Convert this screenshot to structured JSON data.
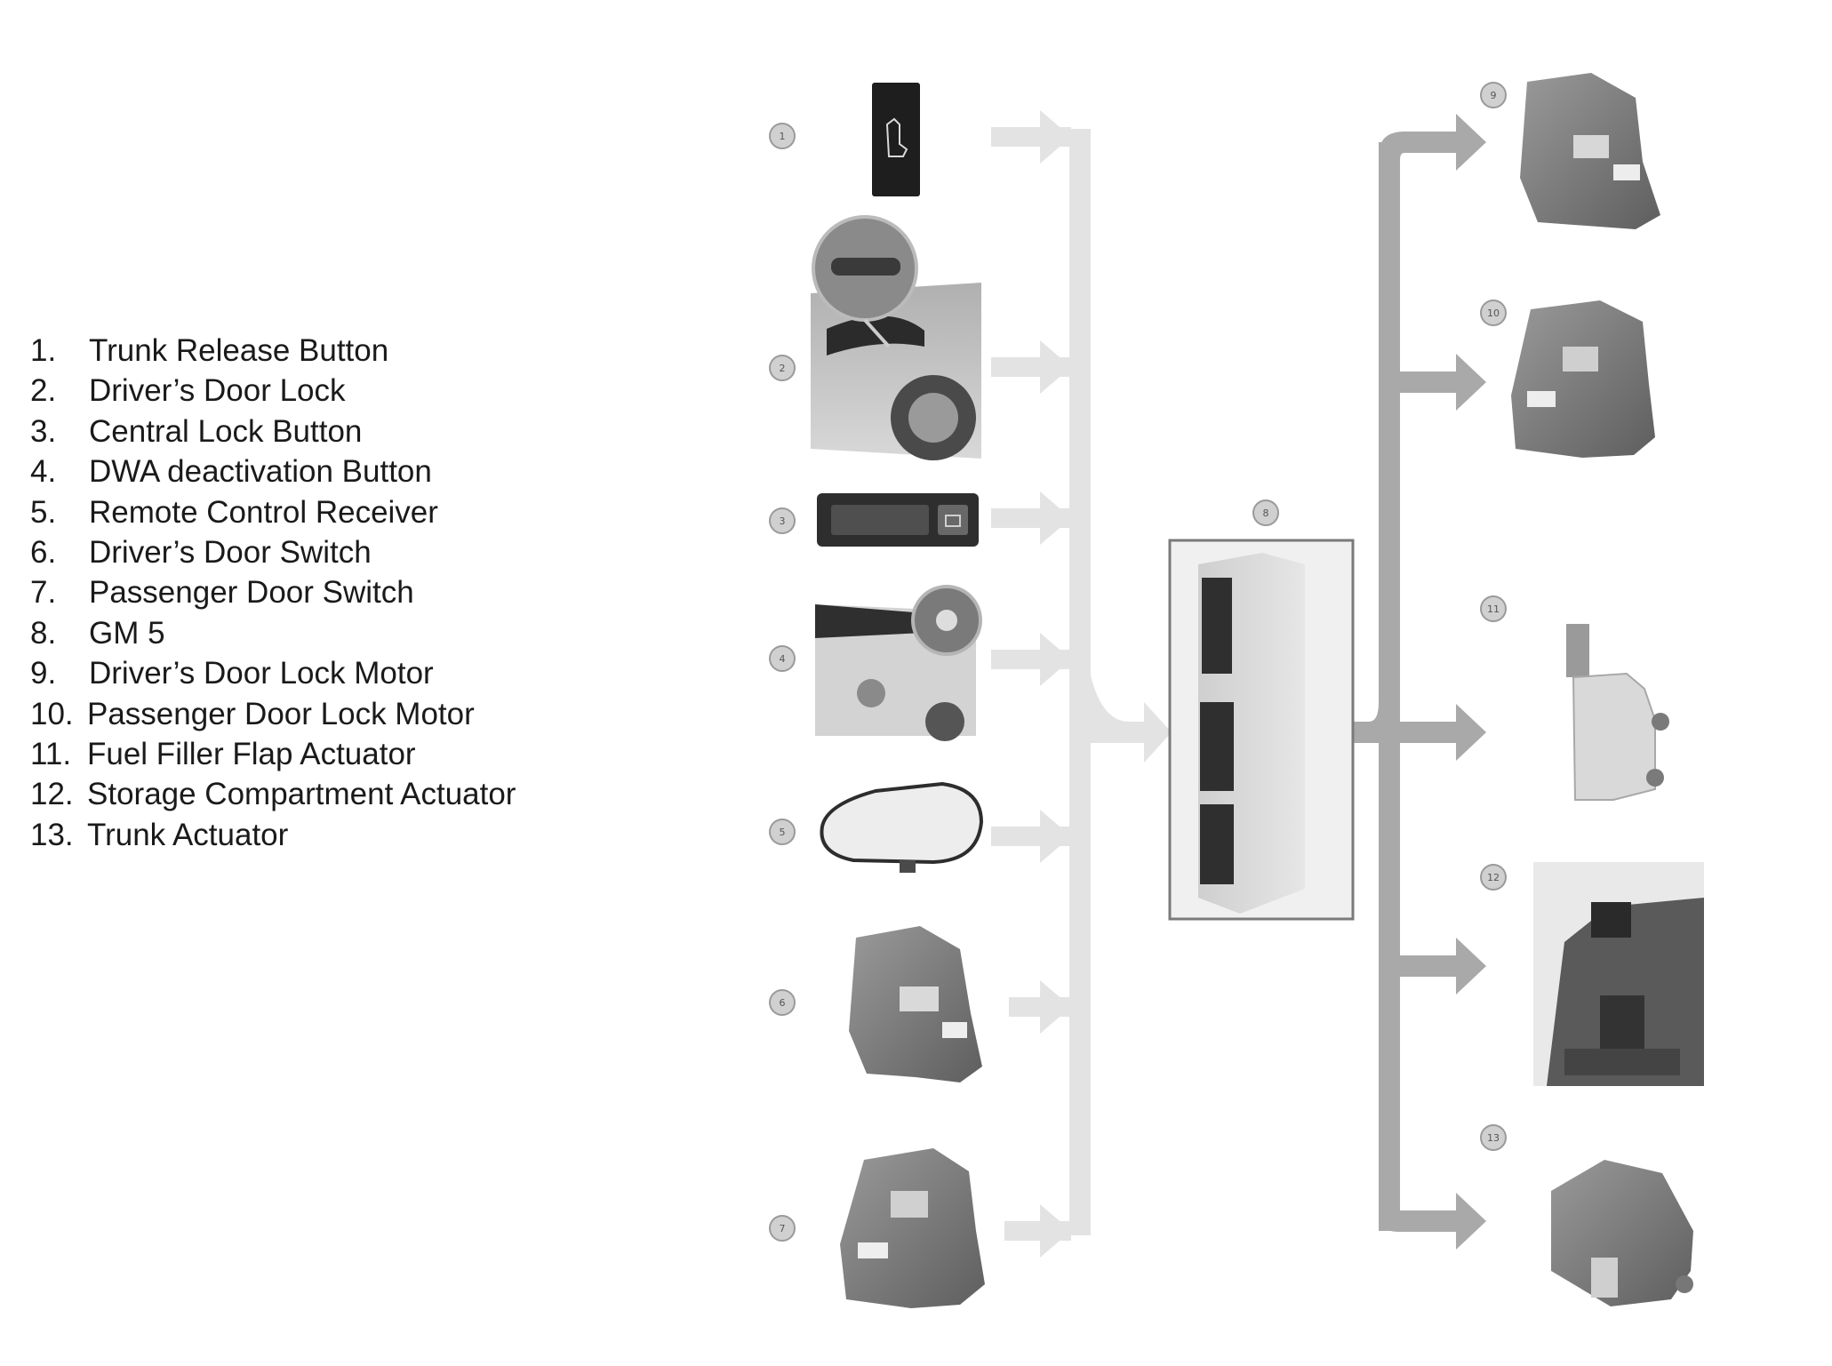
{
  "legend": [
    {
      "number": "1.",
      "label": "Trunk Release Button"
    },
    {
      "number": "2.",
      "label": "Driver’s Door Lock"
    },
    {
      "number": "3.",
      "label": "Central Lock Button"
    },
    {
      "number": "4.",
      "label": "DWA deactivation Button"
    },
    {
      "number": "5.",
      "label": "Remote Control Receiver"
    },
    {
      "number": "6.",
      "label": "Driver’s Door Switch"
    },
    {
      "number": "7.",
      "label": "Passenger Door Switch"
    },
    {
      "number": "8.",
      "label": "GM 5"
    },
    {
      "number": "9.",
      "label": "Driver’s Door Lock Motor"
    },
    {
      "number": "10.",
      "label": "Passenger Door Lock Motor"
    },
    {
      "number": "11.",
      "label": "Fuel Filler Flap Actuator"
    },
    {
      "number": "12.",
      "label": "Storage Compartment Actuator"
    },
    {
      "number": "13.",
      "label": "Trunk Actuator"
    }
  ],
  "badges": {
    "b1": "1",
    "b2": "2",
    "b3": "3",
    "b4": "4",
    "b5": "5",
    "b6": "6",
    "b7": "7",
    "b8": "8",
    "b9": "9",
    "b10": "10",
    "b11": "11",
    "b12": "12",
    "b13": "13"
  },
  "colors": {
    "input_arrow": "#e3e3e3",
    "output_arrow": "#a9a9a9",
    "module_frame": "#7a7a7a"
  }
}
